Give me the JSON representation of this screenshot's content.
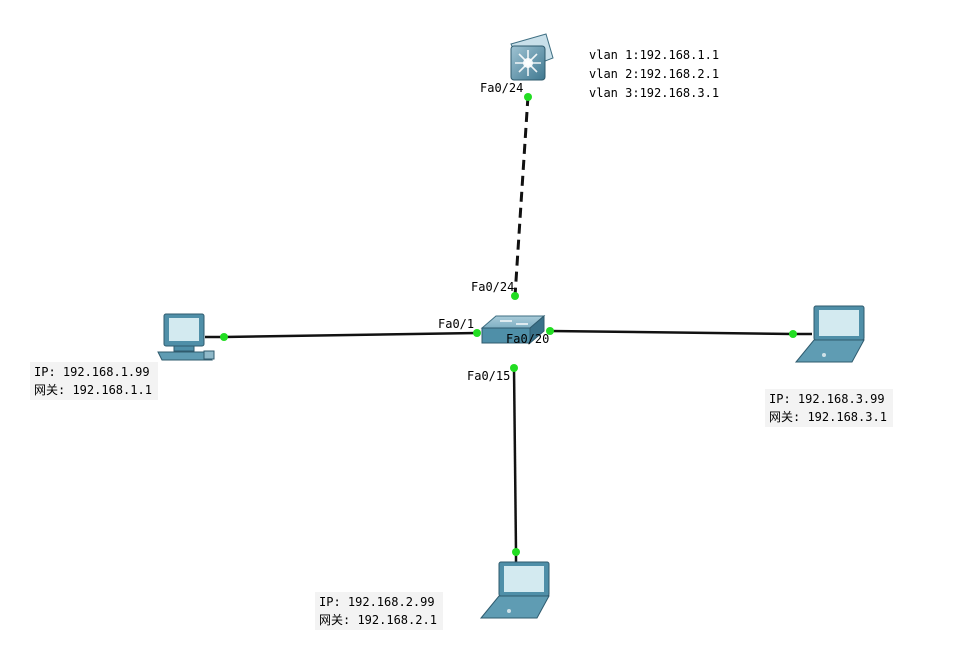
{
  "colors": {
    "link": "#111111",
    "port_up": "#22dd22",
    "device_body": "#4f8fa8",
    "device_screen": "#d3eaf0",
    "note_bg": "#f3f3f3"
  },
  "multilayer_switch": {
    "icon": "multilayer-switch-icon",
    "port": "Fa0/24",
    "vlans": [
      "vlan 1:192.168.1.1",
      "vlan 2:192.168.2.1",
      "vlan 3:192.168.3.1"
    ]
  },
  "access_switch": {
    "icon": "switch-icon",
    "ports": {
      "uplink": "Fa0/24",
      "pc": "Fa0/1",
      "laptop_bottom": "Fa0/15",
      "laptop_right": "Fa0/20"
    }
  },
  "hosts": {
    "pc": {
      "icon": "desktop-pc-icon",
      "ip_label": "IP:   192.168.1.99",
      "gateway_label": "网关: 192.168.1.1"
    },
    "laptop_bottom": {
      "icon": "laptop-icon",
      "ip_label": "IP:   192.168.2.99",
      "gateway_label": "网关: 192.168.2.1"
    },
    "laptop_right": {
      "icon": "laptop-icon",
      "ip_label": "IP:   192.168.3.99",
      "gateway_label": "网关: 192.168.3.1"
    }
  }
}
